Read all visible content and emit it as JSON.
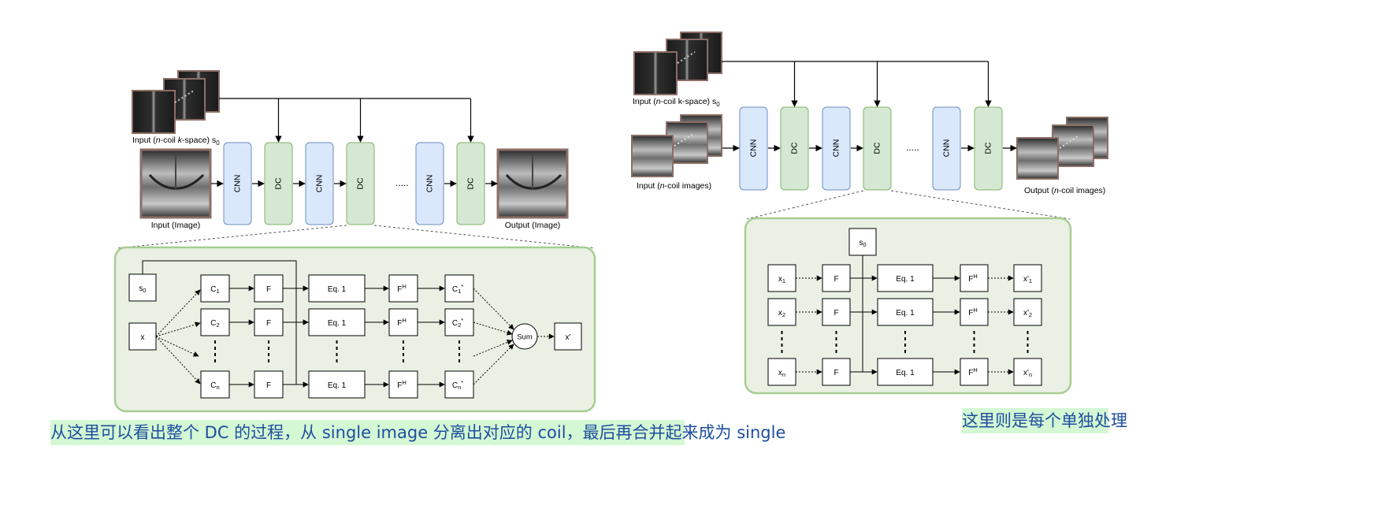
{
  "left": {
    "kspace_label_pre": "Input (",
    "kspace_label_n": "n",
    "kspace_label_mid": "-coil ",
    "kspace_label_k": "k",
    "kspace_label_post": "-space) s",
    "kspace_label_sub": "0",
    "input_label": "Input (Image)",
    "output_label": "Output (Image)",
    "blocks": [
      "CNN",
      "DC",
      "CNN",
      "DC",
      "CNN",
      "DC"
    ],
    "ellipsis": ".....",
    "detail": {
      "s": "s",
      "s_sub": "0",
      "x": "x",
      "c1": "C",
      "c1_sub": "1",
      "c2": "C",
      "c2_sub": "2",
      "cn": "C",
      "cn_sub": "n",
      "f": "F",
      "eq": "Eq. 1",
      "fh": "F",
      "fh_sup": "H",
      "c1s": "C",
      "c1s_sub": "1",
      "c1s_sup": "*",
      "c2s": "C",
      "c2s_sub": "2",
      "c2s_sup": "*",
      "cns": "C",
      "cns_sub": "n",
      "cns_sup": "*",
      "sum": "Sum",
      "xp": "x'"
    }
  },
  "right": {
    "kspace_label_pre": "Input (",
    "kspace_label_n": "n",
    "kspace_label_post": "-coil k-space) s",
    "kspace_label_sub": "0",
    "input_label_pre": "Input (",
    "input_label_n": "n",
    "input_label_post": "-coil images)",
    "output_label_pre": "Output (",
    "output_label_n": "n",
    "output_label_post": "-coil images)",
    "blocks": [
      "CNN",
      "DC",
      "CNN",
      "DC",
      "CNN",
      "DC"
    ],
    "ellipsis": ".....",
    "detail": {
      "s": "s",
      "s_sub": "0",
      "x": "x",
      "x1_sub": "1",
      "x2_sub": "2",
      "xn_sub": "n",
      "f": "F",
      "eq": "Eq. 1",
      "fh": "F",
      "fh_sup": "H",
      "xp": "x'",
      "xp1_sub": "1",
      "xp2_sub": "2",
      "xpn_sub": "n"
    }
  },
  "notes": {
    "left": "从这里可以看出整个 DC 的过程，从 single image 分离出对应的 coil，最后再合并起来成为 single",
    "right": "这里则是每个单独处理"
  },
  "colors": {
    "cnn_fill": "#dae8fc",
    "cnn_stroke": "#6c8ebf",
    "dc_fill": "#d5e8d4",
    "dc_stroke": "#82b366",
    "panel_fill": "#eaf1e4",
    "panel_stroke": "#a6cd92",
    "note_bg": "#d4f7d4",
    "note_text": "#1d4e9f",
    "image_border": "#8c6e66"
  }
}
